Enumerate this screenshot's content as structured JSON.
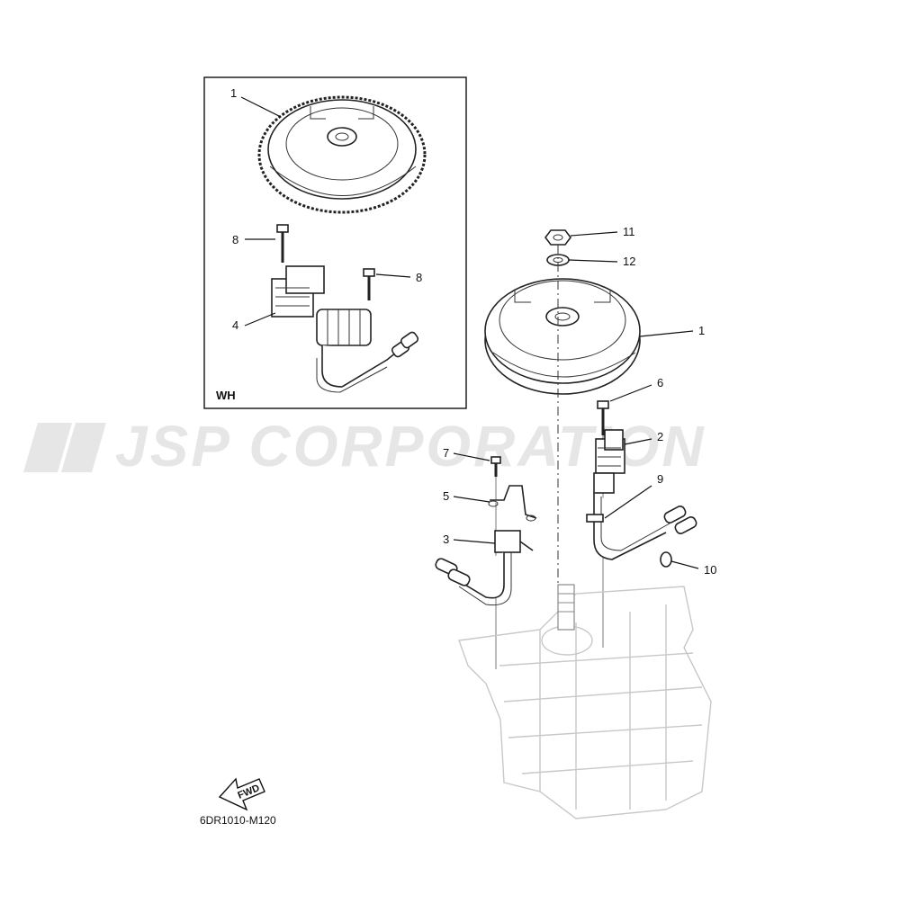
{
  "watermark": "JSP CORPORATION",
  "inset_variant": "WH",
  "drawing_code": "6DR1010-M120",
  "fwd_label": "FWD",
  "callouts": {
    "inset_flywheel": "1",
    "inset_bolt_left": "8",
    "inset_bolt_right": "8",
    "inset_coil": "4",
    "nut": "11",
    "washer": "12",
    "flywheel": "1",
    "bolt": "6",
    "pulser_coil": "2",
    "bolt_small": "7",
    "holder": "5",
    "sensor": "3",
    "clamp": "9",
    "grommet": "10"
  }
}
